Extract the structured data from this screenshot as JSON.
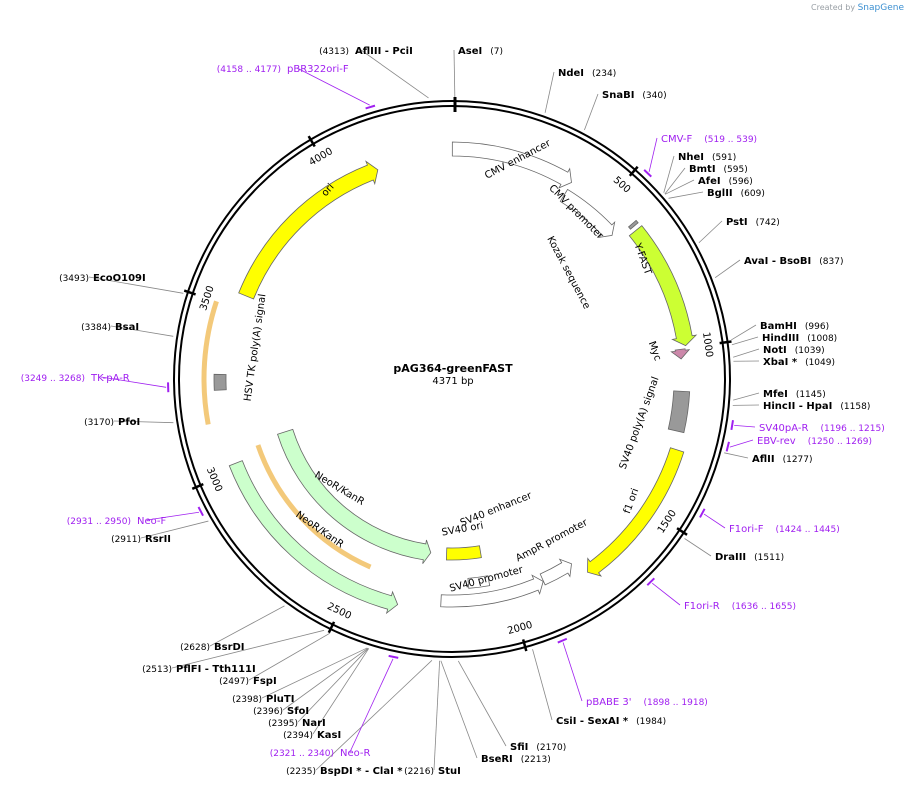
{
  "credit": {
    "prefix": "Created by",
    "brand": "SnapGene"
  },
  "plasmid": {
    "name": "pAG364-greenFAST",
    "length_label": "4371 bp",
    "length": 4371
  },
  "tick_labels": [
    "500",
    "1000",
    "1500",
    "2000",
    "2500",
    "3000",
    "3500",
    "4000"
  ],
  "features": [
    {
      "name": "CMV enhancer",
      "start": 1,
      "end": 380,
      "color": "#ffffff",
      "dir": 1
    },
    {
      "name": "CMV promoter",
      "start": 381,
      "end": 584,
      "color": "#ffffff",
      "dir": 1
    },
    {
      "name": "Kozak sequence",
      "start": 598,
      "end": 607,
      "color": "#999999",
      "dir": 0
    },
    {
      "name": "Y-FAST",
      "start": 620,
      "end": 994,
      "color": "#ccff33",
      "dir": 1
    },
    {
      "name": "Myc",
      "start": 1003,
      "end": 1032,
      "color": "#cc88aa",
      "dir": 1
    },
    {
      "name": "SV40 poly(A) signal",
      "start": 1130,
      "end": 1251,
      "color": "#999999",
      "dir": 0
    },
    {
      "name": "f1 ori",
      "start": 1305,
      "end": 1760,
      "color": "#ffff00",
      "dir": 1
    },
    {
      "name": "AmpR promoter",
      "start": 1786,
      "end": 1890,
      "color": "#ffffff",
      "dir": -1
    },
    {
      "name": "SV40 promoter",
      "start": 1891,
      "end": 2220,
      "color": "#ffffff",
      "dir": -1
    },
    {
      "name": "SV40 enhancer",
      "start": 2060,
      "end": 2130,
      "color": "#ffffff",
      "dir": 0
    },
    {
      "name": "SV40 ori",
      "start": 2072,
      "end": 2207,
      "color": "#ffff00",
      "dir": 0
    },
    {
      "name": "NeoR/KanR",
      "start": 2270,
      "end": 3065,
      "color": "#ccffcc",
      "dir": -1
    },
    {
      "name": "NeoR/KanR",
      "start": 2350,
      "end": 3020,
      "color": "#ccffcc",
      "dir": -1
    },
    {
      "name": "HSV TK poly(A) signal",
      "start": 3245,
      "end": 3292,
      "color": "#999999",
      "dir": 0
    },
    {
      "name": "ori",
      "start": 3545,
      "end": 4134,
      "color": "#ffff00",
      "dir": 1
    }
  ],
  "sites": [
    {
      "name": "AflIII",
      "extra": " - PciI",
      "pos": "(4313)"
    },
    {
      "name": "AseI",
      "extra": "",
      "pos": "(7)"
    },
    {
      "name": "NdeI",
      "extra": "",
      "pos": "(234)"
    },
    {
      "name": "SnaBI",
      "extra": "",
      "pos": "(340)"
    },
    {
      "name": "NheI",
      "extra": "",
      "pos": "(591)"
    },
    {
      "name": "BmtI",
      "extra": "",
      "pos": "(595)"
    },
    {
      "name": "AfeI",
      "extra": "",
      "pos": "(596)"
    },
    {
      "name": "BglII",
      "extra": "",
      "pos": "(609)"
    },
    {
      "name": "PstI",
      "extra": "",
      "pos": "(742)"
    },
    {
      "name": "AvaI",
      "extra": " - BsoBI",
      "pos": "(837)"
    },
    {
      "name": "BamHI",
      "extra": "",
      "pos": "(996)"
    },
    {
      "name": "HindIII",
      "extra": "",
      "pos": "(1008)"
    },
    {
      "name": "NotI",
      "extra": "",
      "pos": "(1039)"
    },
    {
      "name": "XbaI",
      "extra": " *",
      "pos": "(1049)"
    },
    {
      "name": "MfeI",
      "extra": "",
      "pos": "(1145)"
    },
    {
      "name": "HincII",
      "extra": " - HpaI",
      "pos": "(1158)"
    },
    {
      "name": "AflII",
      "extra": "",
      "pos": "(1277)"
    },
    {
      "name": "DraIII",
      "extra": "",
      "pos": "(1511)"
    },
    {
      "name": "CsiI",
      "extra": " - SexAI *",
      "pos": "(1984)"
    },
    {
      "name": "SfiI",
      "extra": "",
      "pos": "(2170)"
    },
    {
      "name": "BseRI",
      "extra": "",
      "pos": "(2213)"
    },
    {
      "name": "StuI",
      "extra": "",
      "pos": "(2216)"
    },
    {
      "name": "BspDI *",
      "extra": " - ClaI *",
      "pos": "(2235)"
    },
    {
      "name": "KasI",
      "extra": "",
      "pos": "(2394)"
    },
    {
      "name": "NarI",
      "extra": "",
      "pos": "(2395)"
    },
    {
      "name": "SfoI",
      "extra": "",
      "pos": "(2396)"
    },
    {
      "name": "PluTI",
      "extra": "",
      "pos": "(2398)"
    },
    {
      "name": "FspI",
      "extra": "",
      "pos": "(2497)"
    },
    {
      "name": "PflFI",
      "extra": " - Tth111I",
      "pos": "(2513)"
    },
    {
      "name": "BsrDI",
      "extra": "",
      "pos": "(2628)"
    },
    {
      "name": "RsrII",
      "extra": "",
      "pos": "(2911)"
    },
    {
      "name": "PfoI",
      "extra": "",
      "pos": "(3170)"
    },
    {
      "name": "BsaI",
      "extra": "",
      "pos": "(3384)"
    },
    {
      "name": "EcoO109I",
      "extra": "",
      "pos": "(3493)"
    }
  ],
  "primers": [
    {
      "name": "pBR322ori-F",
      "range": "(4158 .. 4177)"
    },
    {
      "name": "CMV-F",
      "range": "(519 .. 539)"
    },
    {
      "name": "SV40pA-R",
      "range": "(1196 .. 1215)"
    },
    {
      "name": "EBV-rev",
      "range": "(1250 .. 1269)"
    },
    {
      "name": "F1ori-F",
      "range": "(1424 .. 1445)"
    },
    {
      "name": "F1ori-R",
      "range": "(1636 .. 1655)"
    },
    {
      "name": "pBABE 3'",
      "range": "(1898 .. 1918)"
    },
    {
      "name": "Neo-R",
      "range": "(2321 .. 2340)"
    },
    {
      "name": "Neo-F",
      "range": "(2931 .. 2950)"
    },
    {
      "name": "TK-pA-R",
      "range": "(3249 .. 3268)"
    }
  ]
}
